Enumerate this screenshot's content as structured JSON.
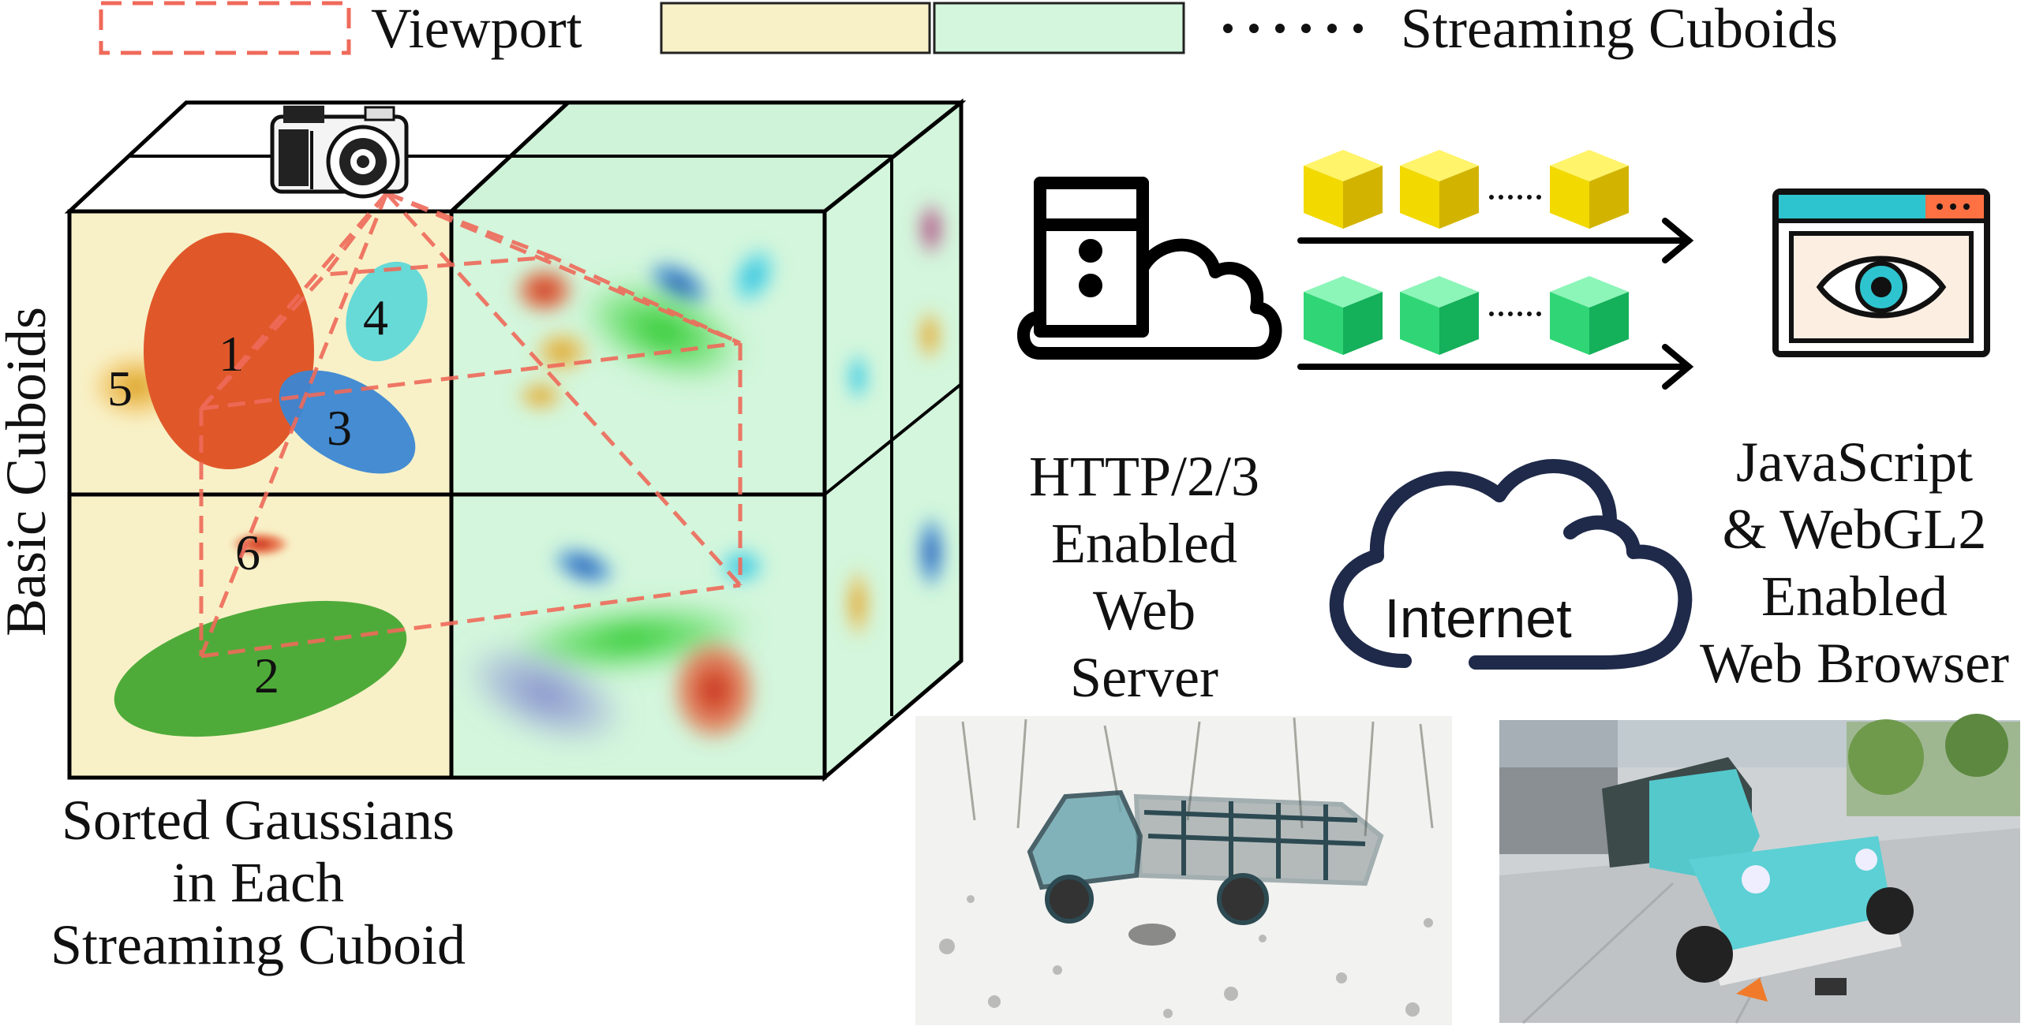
{
  "legend": {
    "viewport_label": "Viewport",
    "cuboids_label": "Streaming Cuboids",
    "basic_color": "#f8f1c8",
    "streaming_color": "#d3f6dc",
    "viewport_color": "#ef6a5a"
  },
  "cuboid_block": {
    "side_label": "Basic Cuboids",
    "caption_lines": [
      "Sorted Gaussians",
      "in Each",
      "Streaming Cuboid"
    ],
    "gaussian_numbers": [
      "1",
      "2",
      "3",
      "4",
      "5",
      "6"
    ]
  },
  "server": {
    "label_lines": [
      "HTTP/2/3",
      "Enabled",
      "Web",
      "Server"
    ],
    "icon": "server-cloud-icon"
  },
  "stream": {
    "yellow_color": "#f0e000",
    "green_color": "#2fe07a",
    "arrow_icon": "right-arrow-icon"
  },
  "browser": {
    "label_lines": [
      "JavaScript",
      "& WebGL2",
      "Enabled",
      "Web Browser"
    ],
    "icon": "browser-eye-icon",
    "accent_color": "#2ec4cf",
    "header_color": "#ff7043"
  },
  "internet": {
    "label": "Internet",
    "icon": "cloud-icon",
    "color": "#1f2a4a"
  },
  "images": {
    "reconstruction": "truck-point-cloud-render",
    "photo": "truck-photo"
  }
}
